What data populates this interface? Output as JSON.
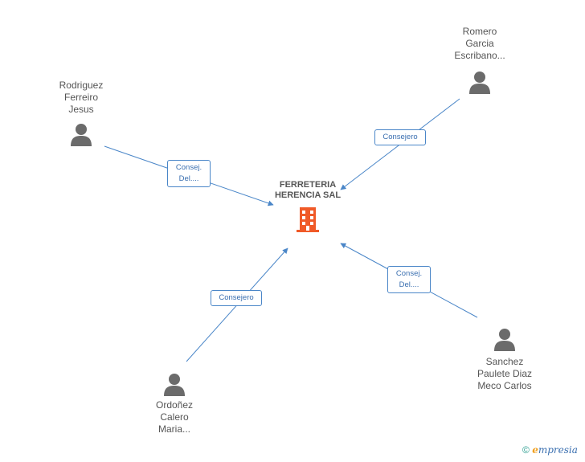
{
  "company": {
    "name": "FERRETERIA\nHERENCIA SAL",
    "icon": "building-icon",
    "color": "#f05a28"
  },
  "persons": [
    {
      "id": "rodriguez",
      "name": "Rodriguez\nFerreiro\nJesus",
      "icon": "person-icon"
    },
    {
      "id": "romero",
      "name": "Romero\nGarcia\nEscribano...",
      "icon": "person-icon"
    },
    {
      "id": "ordonez",
      "name": "Ordoñez\nCalero\nMaria...",
      "icon": "person-icon"
    },
    {
      "id": "sanchez",
      "name": "Sanchez\nPaulete Diaz\nMeco Carlos",
      "icon": "person-icon"
    }
  ],
  "edges": [
    {
      "from": "rodriguez",
      "label": "Consej.\nDel...."
    },
    {
      "from": "romero",
      "label": "Consejero"
    },
    {
      "from": "ordonez",
      "label": "Consejero"
    },
    {
      "from": "sanchez",
      "label": "Consej.\nDel...."
    }
  ],
  "footer": {
    "copyright_symbol": "©",
    "brand_initial": "e",
    "brand_rest": "mpresia"
  },
  "colors": {
    "edge": "#4a86c8",
    "person_icon": "#6b6b6b",
    "text": "#555555"
  }
}
